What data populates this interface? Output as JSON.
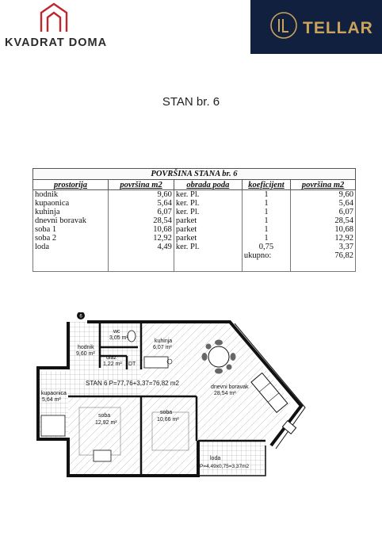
{
  "logos": {
    "left_text": "KVADRAT DOMA",
    "right_text": "TELLAR",
    "brand_red": "#c0262d",
    "brand_navy": "#12203f",
    "brand_gold": "#c9a45a"
  },
  "title": "STAN br. 6",
  "table": {
    "caption": "POVRŠINA STANA br. 6",
    "headers": [
      "prostorija",
      "površina m2",
      "obrada poda",
      "koeficijent",
      "površina m2"
    ],
    "rows": [
      {
        "room": "hodnik",
        "area": "9,60",
        "floor": "ker. Pl.",
        "coef": "1",
        "net": "9,60"
      },
      {
        "room": "kupaonica",
        "area": "5,64",
        "floor": "ker. Pl.",
        "coef": "1",
        "net": "5,64"
      },
      {
        "room": "kuhinja",
        "area": "6,07",
        "floor": "ker. Pl.",
        "coef": "1",
        "net": "6,07"
      },
      {
        "room": "dnevni boravak",
        "area": "28,54",
        "floor": "parket",
        "coef": "1",
        "net": "28,54"
      },
      {
        "room": "soba 1",
        "area": "10,68",
        "floor": "parket",
        "coef": "1",
        "net": "10,68"
      },
      {
        "room": "soba 2",
        "area": "12,92",
        "floor": "parket",
        "coef": "1",
        "net": "12,92"
      },
      {
        "room": "loda",
        "area": "4,49",
        "floor": "ker. Pl.",
        "coef": "0,75",
        "net": "3,37"
      }
    ],
    "total_label": "ukupno:",
    "total_value": "76,82"
  },
  "plan": {
    "marker": "6",
    "summary": "STAN 6 P=77,76+3,37=76,82 m2",
    "labels": {
      "hodnik_name": "hodnik",
      "hodnik_area": "9,60 m²",
      "wc_name": "wc",
      "wc_area": "3,05 m²",
      "kuhinja_name": "kuhinja",
      "kuhinja_area": "6,07 m²",
      "ulaz_name": "ulaz",
      "ulaz_area": "1,22 m²",
      "dt": "DT",
      "kupaonica_name": "kupaonica",
      "kupaonica_area": "5,64 m²",
      "soba1_name": "soba",
      "soba1_area": "12,92 m²",
      "soba2_name": "soba",
      "soba2_area": "10,66 m²",
      "boravak_name": "dnevni boravak",
      "boravak_area": "28,54 m²",
      "loda_name": "loda",
      "loda_area": "P=4,49x0,75=3,37m2"
    }
  }
}
